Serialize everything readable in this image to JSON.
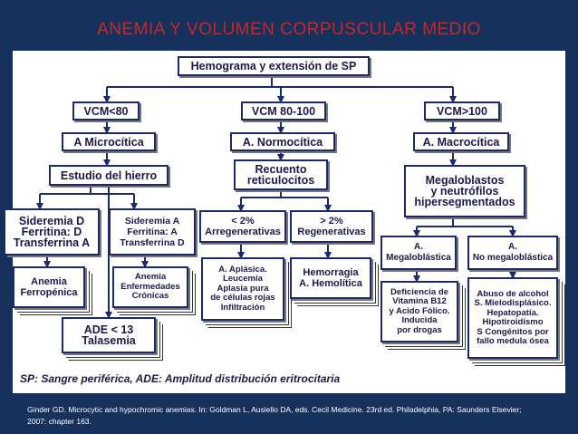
{
  "title": "ANEMIA Y VOLUMEN CORPUSCULAR MEDIO",
  "nodes": {
    "root": "Hemograma y extensión de SP",
    "vcm_low": "VCM<80",
    "vcm_mid": "VCM 80-100",
    "vcm_high": "VCM>100",
    "microcitica": "A Microcítica",
    "normocitica": "A. Normocítica",
    "macrocitica": "A. Macrocítica",
    "estudio_hierro": "Estudio del hierro",
    "recuento": [
      "Recuento",
      "reticulocitos"
    ],
    "megaloblastos": [
      "Megaloblastos",
      "y neutrófilos",
      "hipersegmentados"
    ],
    "ferropenica_lab": [
      "Sideremia D",
      "Ferritina: D",
      "Transferrina A"
    ],
    "cronica_lab": [
      "Sideremia A",
      "Ferritina: A",
      "Transferrina D"
    ],
    "arregenerativas": [
      "< 2%",
      "Arregenerativas"
    ],
    "regenerativas": [
      "> 2%",
      "Regenerativas"
    ],
    "megaloblastica": [
      "A.",
      "Megaloblástica"
    ],
    "no_megaloblastica": [
      "A.",
      "No megaloblástica"
    ],
    "ferropenica": [
      "Anemia",
      "Ferropénica"
    ],
    "cronicas": [
      "Anemia",
      "Enfermedades",
      "Crónicas"
    ],
    "arreg_causes": [
      "A. Aplásica.",
      "Leucemia",
      "Aplasia pura",
      "de células rojas",
      "Infiltración"
    ],
    "reg_causes": [
      "Hemorragia",
      "A. Hemolítica"
    ],
    "megalo_causes": [
      "Deficiencia de",
      "Vitamina B12",
      "y Acido Fólico.",
      "Inducida",
      "por drogas"
    ],
    "nomegalo_causes": [
      "Abuso de alcohol",
      "S. Mielodisplásico.",
      "Hepatopatía.",
      "Hipotiroidismo",
      "S Congénitos por",
      "fallo medula ósea"
    ],
    "ade": [
      "ADE < 13",
      "Talasemia"
    ]
  },
  "legend": "SP: Sangre periférica, ADE: Amplitud distribución eritrocitaria",
  "footer": [
    "Ginder GD. Microcytic and hypochromic anemias. In: Goldman L, Ausiello DA, eds. Cecil Medicine. 23rd ed. Philadelphia, PA: Saunders Elsevier;",
    "2007: chapter 163."
  ],
  "colors": {
    "background": "#16325c",
    "title": "#c62828",
    "box_border": "#1b2a6b",
    "text": "#1a1a4a"
  }
}
